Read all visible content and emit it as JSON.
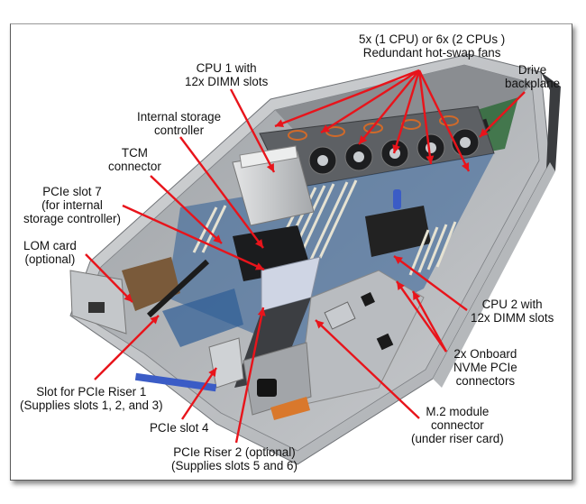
{
  "figure": {
    "subject": "2U rack server, top cover removed, internal component layout",
    "annotation_color": "#e8141b"
  },
  "callouts": [
    {
      "id": "fans",
      "lines": [
        "5x (1 CPU) or 6x (2 CPUs )",
        "Redundant hot-swap fans"
      ]
    },
    {
      "id": "drive-backplane",
      "lines": [
        "Drive",
        "backplane"
      ]
    },
    {
      "id": "cpu1",
      "lines": [
        "CPU 1 with",
        "12x DIMM slots"
      ]
    },
    {
      "id": "internal-storage-controller",
      "lines": [
        "Internal storage",
        "controller"
      ]
    },
    {
      "id": "tcm-connector",
      "lines": [
        "TCM",
        "connector"
      ]
    },
    {
      "id": "pcie-slot-7",
      "lines": [
        "PCIe slot 7",
        "(for internal",
        "storage controller)"
      ]
    },
    {
      "id": "lom-card",
      "lines": [
        "LOM card",
        "(optional)"
      ]
    },
    {
      "id": "cpu2",
      "lines": [
        "CPU 2 with",
        "12x DIMM slots"
      ]
    },
    {
      "id": "nvme-connectors",
      "lines": [
        "2x Onboard",
        "NVMe PCIe",
        "connectors"
      ]
    },
    {
      "id": "m2-connector",
      "lines": [
        "M.2 module",
        "connector",
        "(under riser card)"
      ]
    },
    {
      "id": "pcie-riser-1-slot",
      "lines": [
        "Slot for PCIe Riser 1",
        "(Supplies slots 1, 2, and 3)"
      ]
    },
    {
      "id": "pcie-slot-4",
      "lines": [
        "PCIe slot 4"
      ]
    },
    {
      "id": "pcie-riser-2",
      "lines": [
        "PCIe Riser 2 (optional)",
        "(Supplies slots 5 and 6)"
      ]
    }
  ]
}
